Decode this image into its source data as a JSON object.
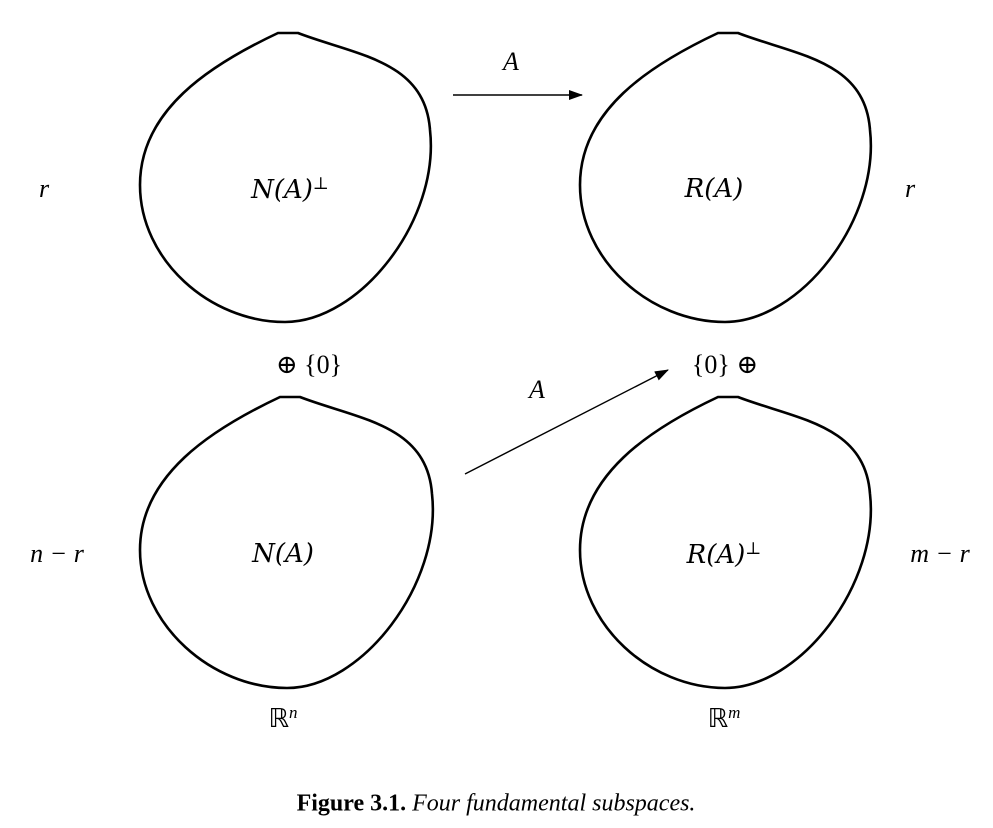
{
  "diagram": {
    "subspaces": {
      "row_space": {
        "base": "N(A)",
        "suffix": "⊥"
      },
      "column_space": {
        "base": "R(A)",
        "suffix": ""
      },
      "null_space": {
        "base": "N(A)",
        "suffix": ""
      },
      "left_null_space": {
        "base": "R(A)",
        "suffix": "⊥"
      }
    },
    "dimensions": {
      "left_top": "r",
      "right_top": "r",
      "left_bottom": "n − r",
      "right_bottom": "m − r"
    },
    "direct_sums": {
      "left": "⊕ {0}",
      "right": "{0} ⊕"
    },
    "spaces": {
      "domain_base": "ℝ",
      "domain_exp": "n",
      "codomain_base": "ℝ",
      "codomain_exp": "m"
    },
    "maps": {
      "top": "A",
      "diagonal": "A"
    }
  },
  "caption": {
    "number": "Figure 3.1.",
    "text": "Four fundamental subspaces."
  }
}
